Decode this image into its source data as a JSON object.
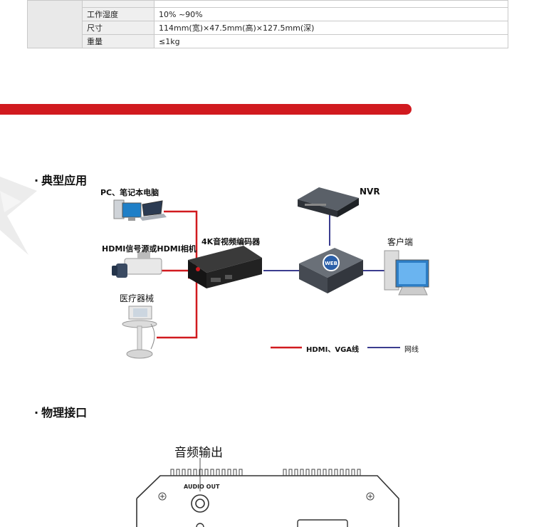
{
  "spec_table": {
    "rows": [
      {
        "key": "",
        "value": ""
      },
      {
        "key": "工作湿度",
        "value": "10% ~90%"
      },
      {
        "key": "尺寸",
        "value": "114mm(宽)×47.5mm(高)×127.5mm(深)"
      },
      {
        "key": "重量",
        "value": "≤1kg"
      }
    ]
  },
  "colors": {
    "accent_red": "#d11a1f",
    "line_red": "#d11a1f",
    "line_blue": "#3b3d8f"
  },
  "typical_app": {
    "title": "典型应用",
    "bullet": "·",
    "labels": {
      "pc": "PC、笔记本电脑",
      "hdmi_source": "HDMI信号源或HDMI相机",
      "medical": "医疗器械",
      "encoder": "4K音视频编码器",
      "nvr": "NVR",
      "client": "客户端",
      "web": "WEB"
    },
    "legend": {
      "hdmi_vga": "HDMI、VGA线",
      "network": "网线"
    }
  },
  "physical_ports": {
    "title": "物理接口",
    "bullet": "·",
    "audio_out_label": "音频输出",
    "audio_out_code": "AUDIO OUT"
  }
}
